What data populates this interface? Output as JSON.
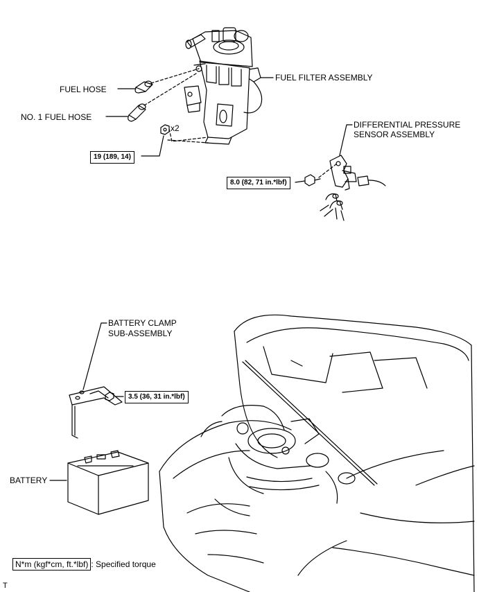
{
  "labels": {
    "fuel_filter_assembly": "FUEL FILTER ASSEMBLY",
    "fuel_hose": "FUEL HOSE",
    "no1_fuel_hose": "NO. 1 FUEL HOSE",
    "nut_count": "x2",
    "differential_pressure_line1": "DIFFERENTIAL PRESSURE",
    "differential_pressure_line2": "SENSOR ASSEMBLY",
    "battery_clamp_line1": "BATTERY CLAMP",
    "battery_clamp_line2": "SUB-ASSEMBLY",
    "battery": "BATTERY",
    "corner_mark": "T"
  },
  "torques": {
    "filter_nut": "19 (189, 14)",
    "sensor_bolt": "8.0 (82, 71 in.*lbf)",
    "clamp_nut": "3.5 (36, 31 in.*lbf)"
  },
  "legend": {
    "unit_box": "N*m (kgf*cm, ft.*lbf)",
    "description": ": Specified torque"
  }
}
